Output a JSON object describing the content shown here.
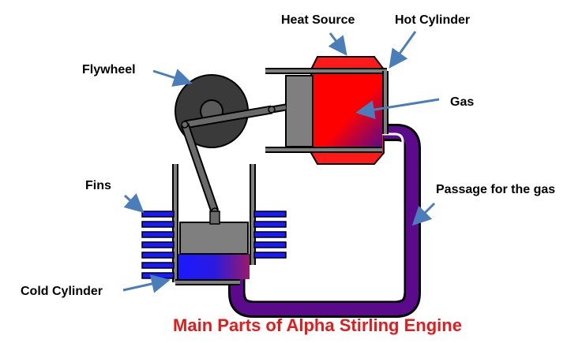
{
  "title": "Main Parts of Alpha Stirling Engine",
  "labels": {
    "heat_source": "Heat Source",
    "hot_cylinder": "Hot Cylinder",
    "flywheel": "Flywheel",
    "gas": "Gas",
    "fins": "Fins",
    "passage": "Passage for the gas",
    "cold_cylinder": "Cold Cylinder"
  },
  "colors": {
    "title": "#e31b1b",
    "arrow": "#4a7ebb",
    "hot": "#ff1a1a",
    "cold": "#1a1aff",
    "gas_passage": "#5a0a8a",
    "metal": "#7f7f7f",
    "outline": "#000000"
  }
}
